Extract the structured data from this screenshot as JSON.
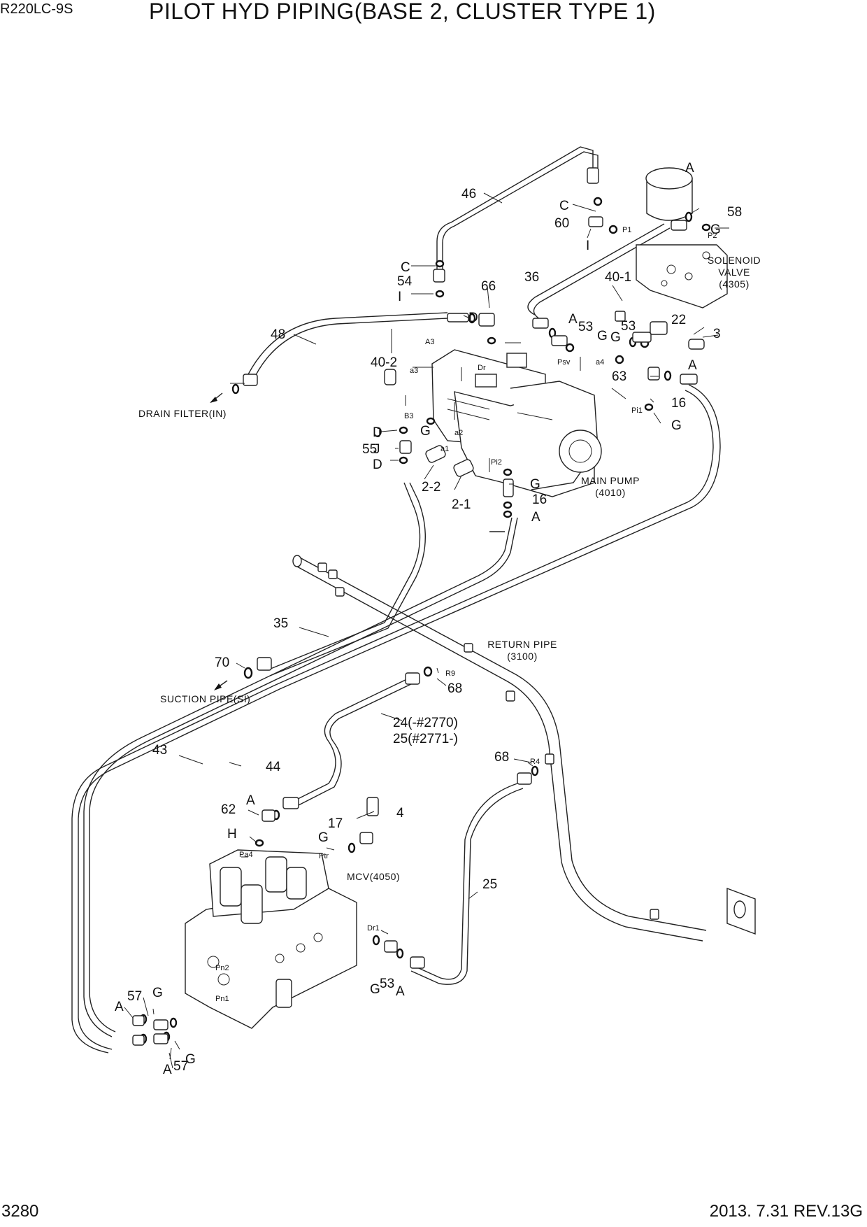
{
  "header": {
    "model": "R220LC-9S",
    "title": "PILOT HYD PIPING(BASE 2, CLUSTER TYPE 1)"
  },
  "footer": {
    "page_number": "3280",
    "revision": "2013. 7.31  REV.13G"
  },
  "captions": {
    "solenoid": [
      "SOLENOID",
      "VALVE",
      "(4305)"
    ],
    "main_pump": [
      "MAIN PUMP",
      "(4010)"
    ],
    "return_pipe": [
      "RETURN PIPE",
      "(3100)"
    ],
    "drain_filter": "DRAIN FILTER(IN)",
    "suction_pipe": "SUCTION PIPE(SI)",
    "mcv": "MCV(4050)"
  },
  "part_labels": [
    "46",
    "C",
    "60",
    "I",
    "A",
    "58",
    "G",
    "C",
    "54",
    "I",
    "D",
    "66",
    "36",
    "40-1",
    "A",
    "53",
    "G",
    "53",
    "22",
    "3",
    "G",
    "48",
    "40-2",
    "A",
    "63",
    "16",
    "G",
    "D",
    "J",
    "G",
    "J",
    "55",
    "D",
    "2-2",
    "2-1",
    "G",
    "16",
    "A",
    "35",
    "70",
    "68",
    "24(-#2770)",
    "25(#2771-)",
    "43",
    "44",
    "68",
    "62",
    "A",
    "4",
    "H",
    "17",
    "G",
    "25",
    "A",
    "57",
    "G",
    "A",
    "57",
    "G",
    "G",
    "53",
    "A"
  ],
  "port_labels": [
    "P1",
    "P2",
    "A3",
    "a3",
    "Dr",
    "Psv",
    "a4",
    "B3",
    "a2",
    "a1",
    "Pi2",
    "Pi1",
    "R9",
    "R4",
    "Pa4",
    "Ptr",
    "Dr1",
    "Pn2",
    "Pn1"
  ]
}
